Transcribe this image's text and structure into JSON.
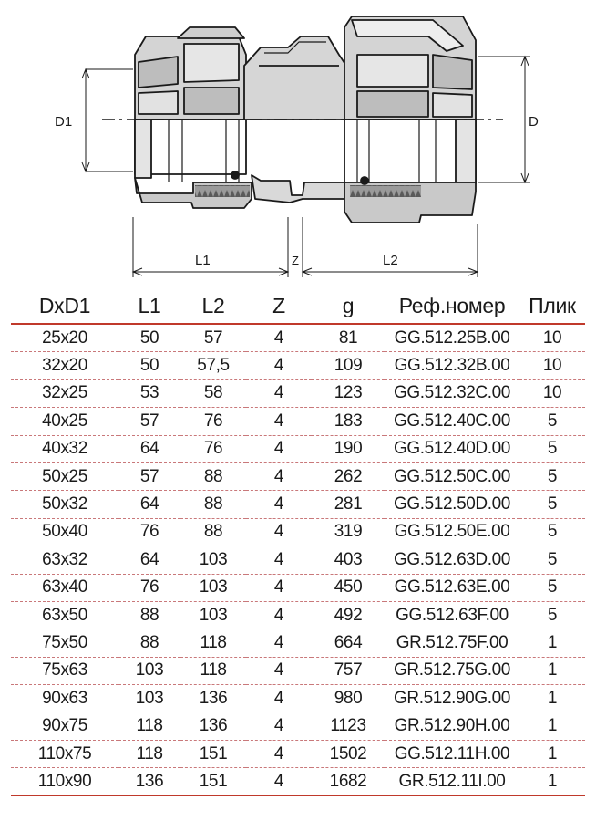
{
  "drawing": {
    "labels": {
      "d1": "D1",
      "d": "D",
      "l1": "L1",
      "l2": "L2",
      "z": "Z"
    }
  },
  "table": {
    "headers": [
      "DxD1",
      "L1",
      "L2",
      "Z",
      "g",
      "Реф.номер",
      "Плик"
    ],
    "rows": [
      [
        "25x20",
        "50",
        "57",
        "4",
        "81",
        "GG.512.25B.00",
        "10"
      ],
      [
        "32x20",
        "50",
        "57,5",
        "4",
        "109",
        "GG.512.32B.00",
        "10"
      ],
      [
        "32x25",
        "53",
        "58",
        "4",
        "123",
        "GG.512.32C.00",
        "10"
      ],
      [
        "40x25",
        "57",
        "76",
        "4",
        "183",
        "GG.512.40C.00",
        "5"
      ],
      [
        "40x32",
        "64",
        "76",
        "4",
        "190",
        "GG.512.40D.00",
        "5"
      ],
      [
        "50x25",
        "57",
        "88",
        "4",
        "262",
        "GG.512.50C.00",
        "5"
      ],
      [
        "50x32",
        "64",
        "88",
        "4",
        "281",
        "GG.512.50D.00",
        "5"
      ],
      [
        "50x40",
        "76",
        "88",
        "4",
        "319",
        "GG.512.50E.00",
        "5"
      ],
      [
        "63x32",
        "64",
        "103",
        "4",
        "403",
        "GG.512.63D.00",
        "5"
      ],
      [
        "63x40",
        "76",
        "103",
        "4",
        "450",
        "GG.512.63E.00",
        "5"
      ],
      [
        "63x50",
        "88",
        "103",
        "4",
        "492",
        "GG.512.63F.00",
        "5"
      ],
      [
        "75x50",
        "88",
        "118",
        "4",
        "664",
        "GR.512.75F.00",
        "1"
      ],
      [
        "75x63",
        "103",
        "118",
        "4",
        "757",
        "GR.512.75G.00",
        "1"
      ],
      [
        "90x63",
        "103",
        "136",
        "4",
        "980",
        "GR.512.90G.00",
        "1"
      ],
      [
        "90x75",
        "118",
        "136",
        "4",
        "1123",
        "GR.512.90H.00",
        "1"
      ],
      [
        "110x75",
        "118",
        "151",
        "4",
        "1502",
        "GG.512.11H.00",
        "1"
      ],
      [
        "110x90",
        "136",
        "151",
        "4",
        "1682",
        "GR.512.11I.00",
        "1"
      ]
    ]
  }
}
